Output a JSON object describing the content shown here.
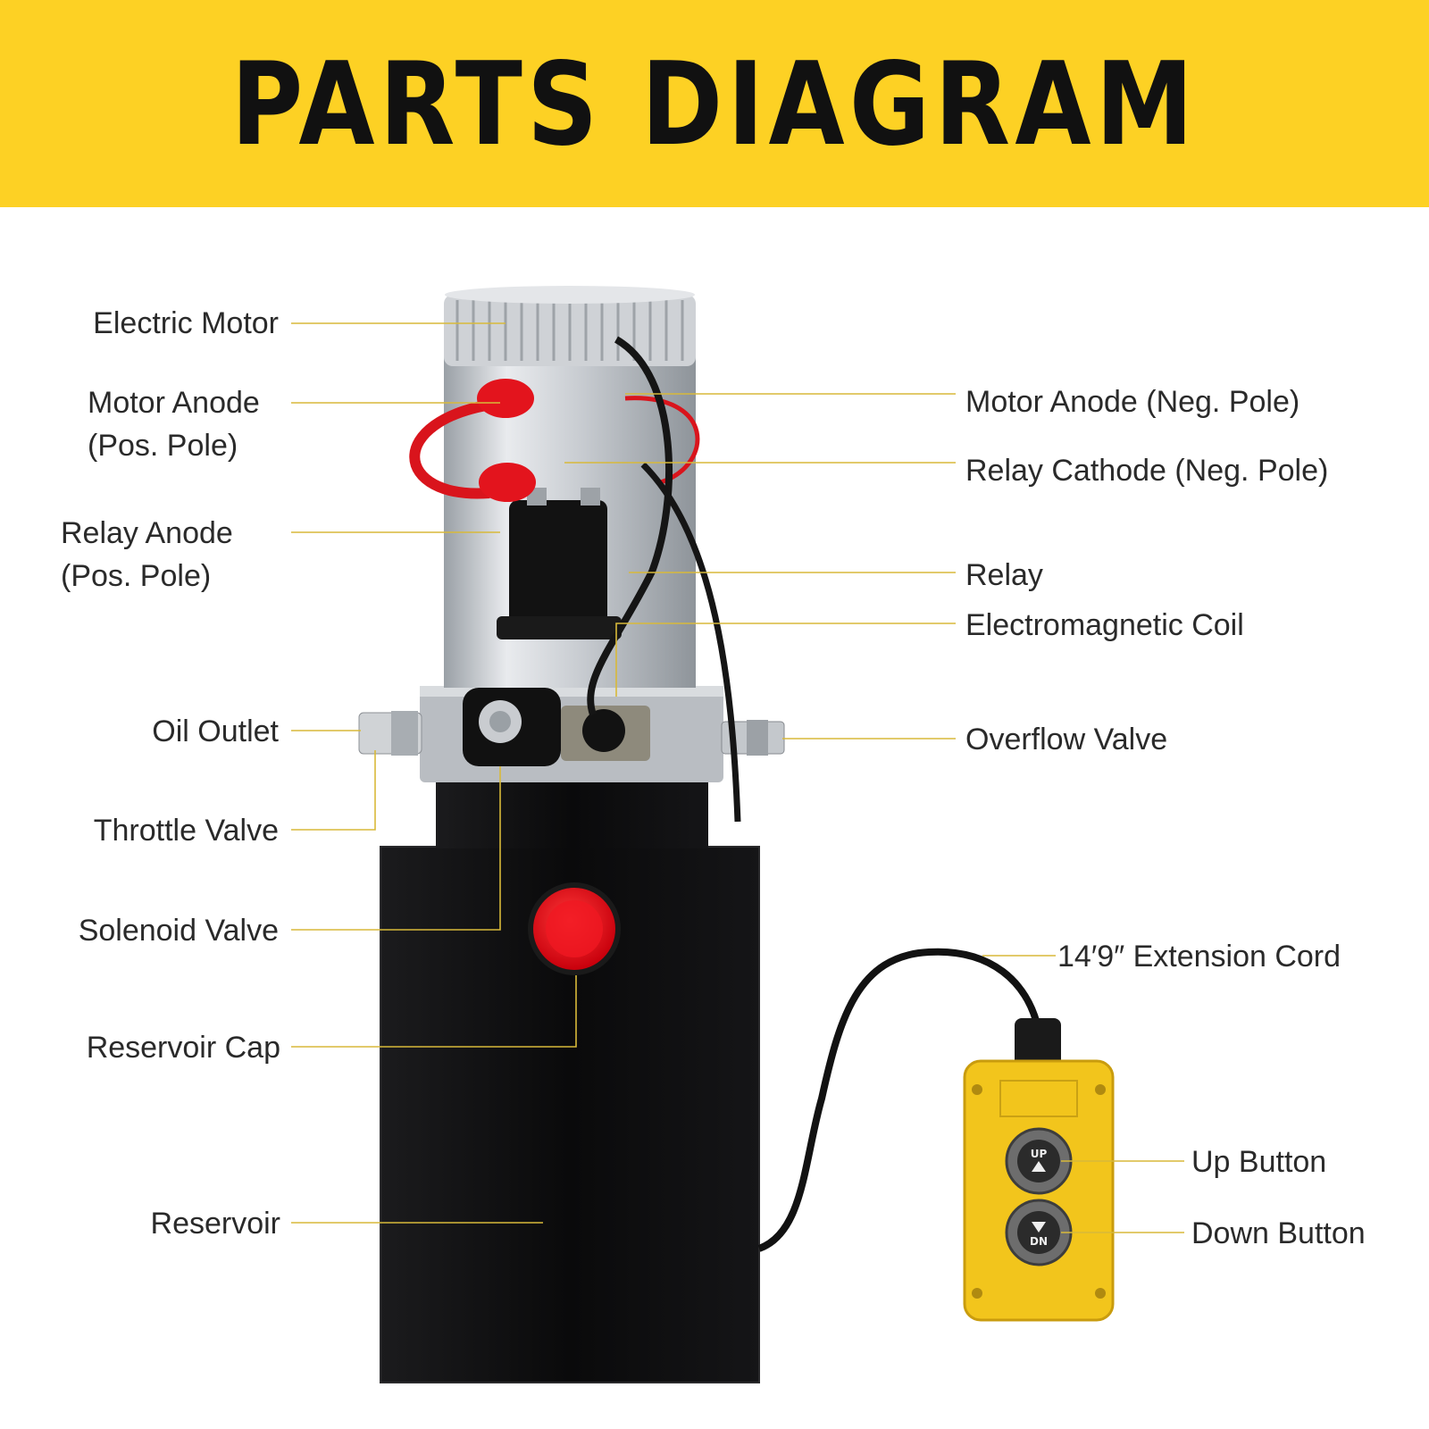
{
  "title": "PARTS DIAGRAM",
  "colors": {
    "banner": "#fdd124",
    "title_text": "#111111",
    "leader_line": "#d8b93a",
    "reservoir": "#0c0c0e",
    "cap": "#e8101a",
    "motor_housing": "#d3d6da",
    "control_box": "#f2c51c"
  },
  "labels_left": {
    "electric_motor": "Electric Motor",
    "motor_anode_pos": "Motor Anode\n(Pos. Pole)",
    "relay_anode_pos": "Relay Anode\n(Pos. Pole)",
    "oil_outlet": "Oil Outlet",
    "throttle_valve": "Throttle Valve",
    "solenoid_valve": "Solenoid Valve",
    "reservoir_cap": "Reservoir Cap",
    "reservoir": "Reservoir"
  },
  "labels_right": {
    "motor_anode_neg": "Motor Anode (Neg. Pole)",
    "relay_cathode_neg": "Relay Cathode (Neg. Pole)",
    "relay": "Relay",
    "electromagnetic_coil": "Electromagnetic Coil",
    "overflow_valve": "Overflow Valve",
    "extension_cord": "14′9″ Extension Cord",
    "up_button": "Up Button",
    "down_button": "Down Button"
  },
  "remote": {
    "up_text": "UP",
    "down_text": "DN"
  }
}
